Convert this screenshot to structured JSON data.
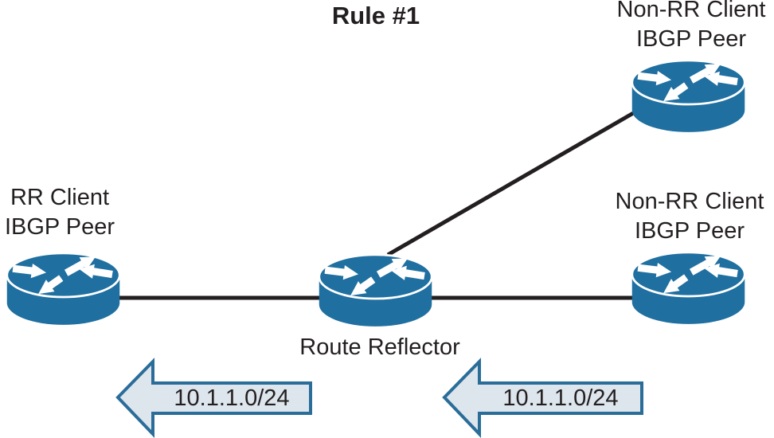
{
  "diagram": {
    "title": "Rule #1",
    "nodes": {
      "non_rr_client_top": {
        "label_line1": "Non-RR Client",
        "label_line2": "IBGP Peer"
      },
      "non_rr_client_right": {
        "label_line1": "Non-RR Client",
        "label_line2": "IBGP Peer"
      },
      "rr_client": {
        "label_line1": "RR Client",
        "label_line2": "IBGP Peer"
      },
      "route_reflector": {
        "label": "Route Reflector"
      }
    },
    "route_advertisements": {
      "left_arrow": {
        "label": "10.1.1.0/24",
        "direction": "left"
      },
      "right_arrow": {
        "label": "10.1.1.0/24",
        "direction": "left"
      }
    },
    "icons": {
      "router": "cisco-router-icon"
    },
    "colors": {
      "router_blue": "#1f6fa0",
      "link_black": "#231f20",
      "text_black": "#231f20",
      "advert_arrow_fill": "#dde5ed",
      "advert_arrow_border": "#2a6d99"
    }
  }
}
